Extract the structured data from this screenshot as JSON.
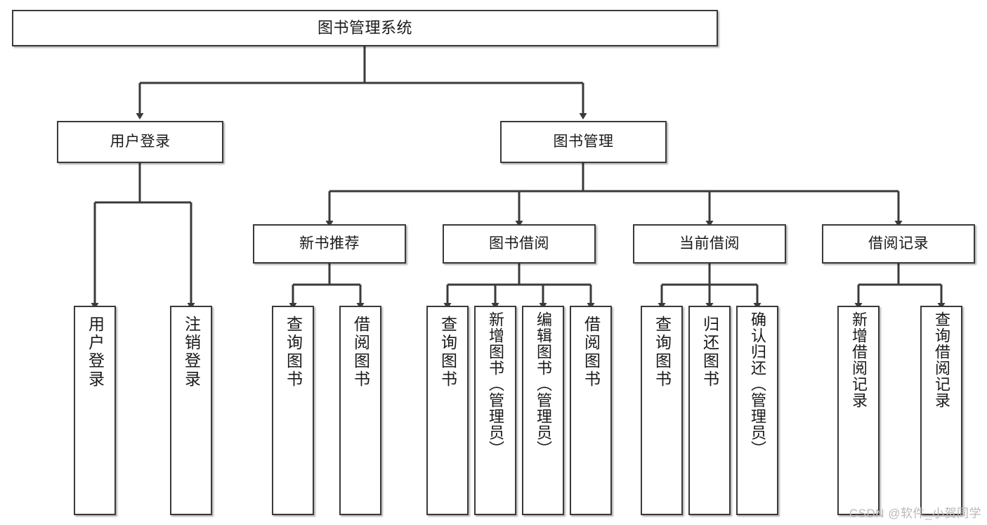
{
  "diagram": {
    "title": "图书管理系统",
    "watermark": "CSDN @软件_小贺同学",
    "edge_color": "#3a3a3a",
    "node_border_color": "#3a3a3a",
    "node_fill_color": "#ffffff",
    "background_color": "#ffffff"
  },
  "root": {
    "label": "图书管理系统"
  },
  "level2": [
    {
      "label": "用户登录"
    },
    {
      "label": "图书管理"
    }
  ],
  "level3": [
    {
      "label": "新书推荐"
    },
    {
      "label": "图书借阅"
    },
    {
      "label": "当前借阅"
    },
    {
      "label": "借阅记录"
    }
  ],
  "leaves": {
    "user_login": [
      {
        "label": "用户登录"
      },
      {
        "label": "注销登录"
      }
    ],
    "new_book_recommend": [
      {
        "label": "查询图书"
      },
      {
        "label": "借阅图书"
      }
    ],
    "book_borrow": [
      {
        "label": "查询图书"
      },
      {
        "label": "新增图书（管理员）"
      },
      {
        "label": "编辑图书（管理员）"
      },
      {
        "label": "借阅图书"
      }
    ],
    "current_borrow": [
      {
        "label": "查询图书"
      },
      {
        "label": "归还图书"
      },
      {
        "label": "确认归还（管理员）"
      }
    ],
    "borrow_record": [
      {
        "label": "新增借阅记录"
      },
      {
        "label": "查询借阅记录"
      }
    ]
  }
}
